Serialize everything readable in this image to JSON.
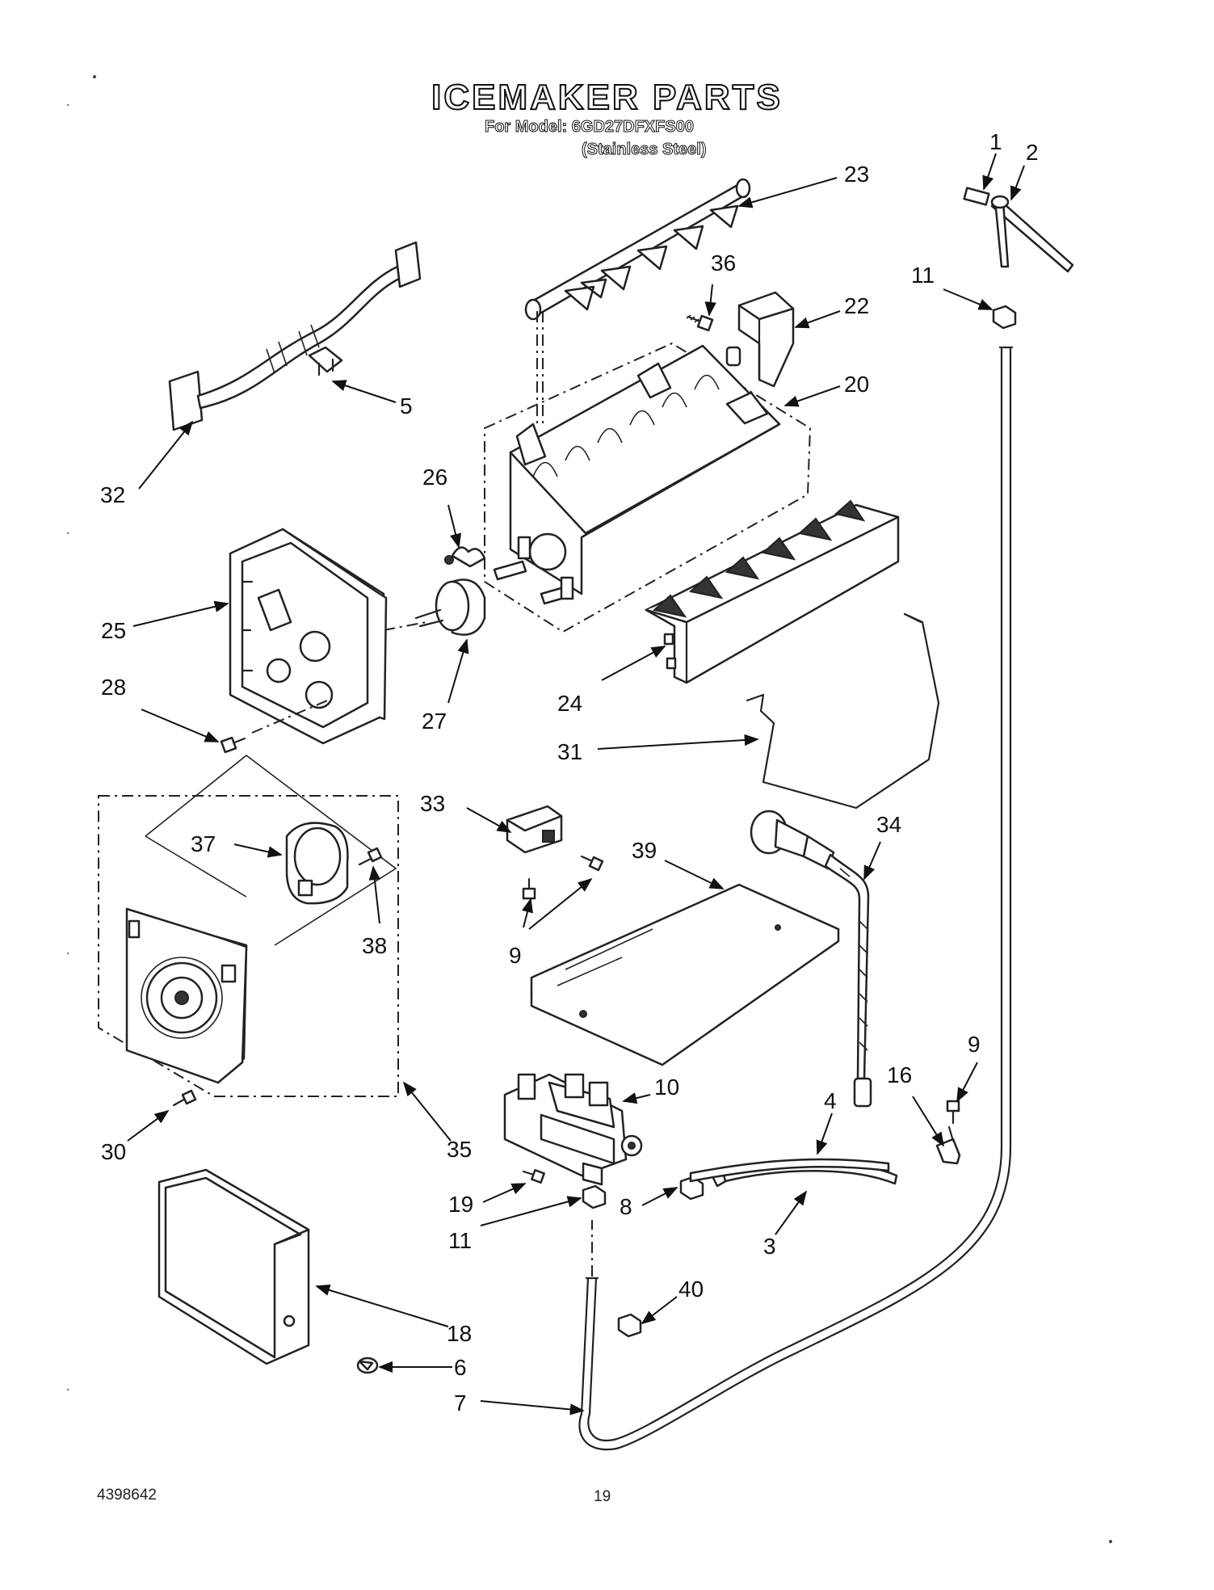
{
  "header": {
    "title": "ICEMAKER PARTS",
    "model_line": "For Model: 6GD27DFXFS00",
    "finish_line": "(Stainless Steel)"
  },
  "footer": {
    "doc_number": "4398642",
    "page_number": "19"
  },
  "callouts": {
    "c1": "1",
    "c2": "2",
    "c3": "3",
    "c4": "4",
    "c5": "5",
    "c6": "6",
    "c7": "7",
    "c8": "8",
    "c9a": "9",
    "c9b": "9",
    "c10": "10",
    "c11a": "11",
    "c11b": "11",
    "c16": "16",
    "c18": "18",
    "c19": "19",
    "c20": "20",
    "c22": "22",
    "c23": "23",
    "c24": "24",
    "c25": "25",
    "c26": "26",
    "c27": "27",
    "c28": "28",
    "c30": "30",
    "c31": "31",
    "c32": "32",
    "c33": "33",
    "c34": "34",
    "c35": "35",
    "c36": "36",
    "c37": "37",
    "c38": "38",
    "c39": "39",
    "c40": "40"
  }
}
